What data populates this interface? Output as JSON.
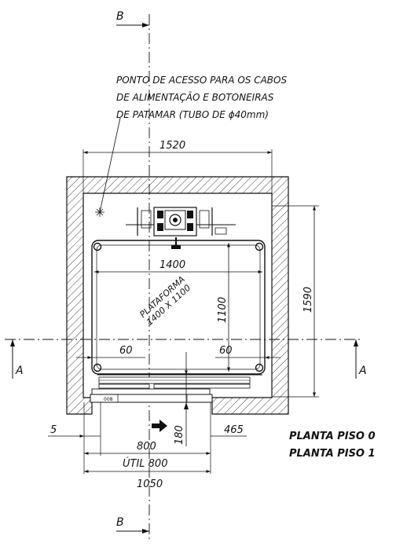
{
  "section_marks": {
    "top": "B",
    "bottom": "B",
    "left": "A",
    "right": "A"
  },
  "note": {
    "line1": "PONTO DE ACESSO PARA OS CABOS",
    "line2": "DE ALIMENTAÇÃO E BOTONEIRAS",
    "line3": "DE PATAMAR (TUBO DE ϕ40mm)"
  },
  "dimensions": {
    "shaft_width": "1520",
    "platform_width": "1400",
    "platform_depth": "1100",
    "shaft_depth": "1590",
    "left_gap": "60",
    "right_gap": "60",
    "door_offset": "5",
    "door_opening": "800",
    "door_depth": "180",
    "useful_opening": "ÚTIL 800",
    "overall_door": "1050",
    "right_wall": "465"
  },
  "platform_label": {
    "line1": "PLATAFORMA",
    "line2": "1400 X 1100"
  },
  "door_label": "008",
  "titles": {
    "floor0": "PLANTA PISO 0",
    "floor1": "PLANTA PISO 1"
  }
}
